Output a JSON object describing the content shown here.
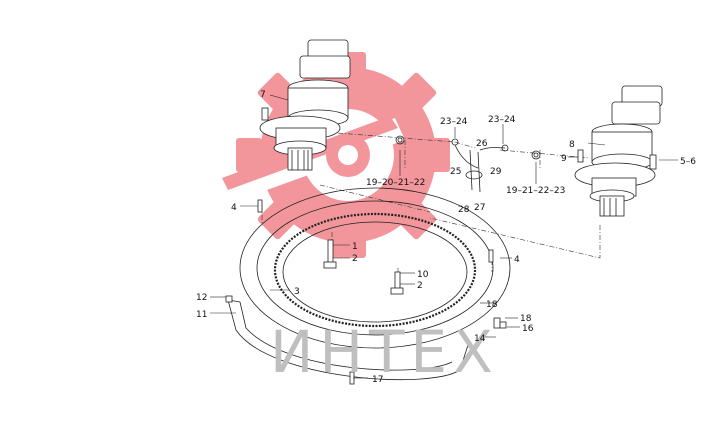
{
  "diagram": {
    "watermark_text": "ИНТЕХ",
    "faint_text": "",
    "labels": {
      "l7": "7",
      "l8": "8",
      "l9": "9",
      "l56": "5–6",
      "l4a": "4",
      "l4b": "4",
      "l2324a": "23–24",
      "l2324b": "23–24",
      "l26": "26",
      "l25": "25",
      "l29": "29",
      "l28": "28",
      "l27": "27",
      "l19a": "19–20–21–22",
      "l19b": "19–21–22–23",
      "l1": "1",
      "l2a": "2",
      "l10": "10",
      "l2b": "2",
      "l3": "3",
      "l12": "12",
      "l11": "11",
      "l18a": "18",
      "l18b": "18",
      "l16": "16",
      "l14": "14",
      "l17": "17"
    },
    "colors": {
      "line": "#222222",
      "logo_red": "#e8414b",
      "watermark": "#bfbfbf"
    }
  }
}
